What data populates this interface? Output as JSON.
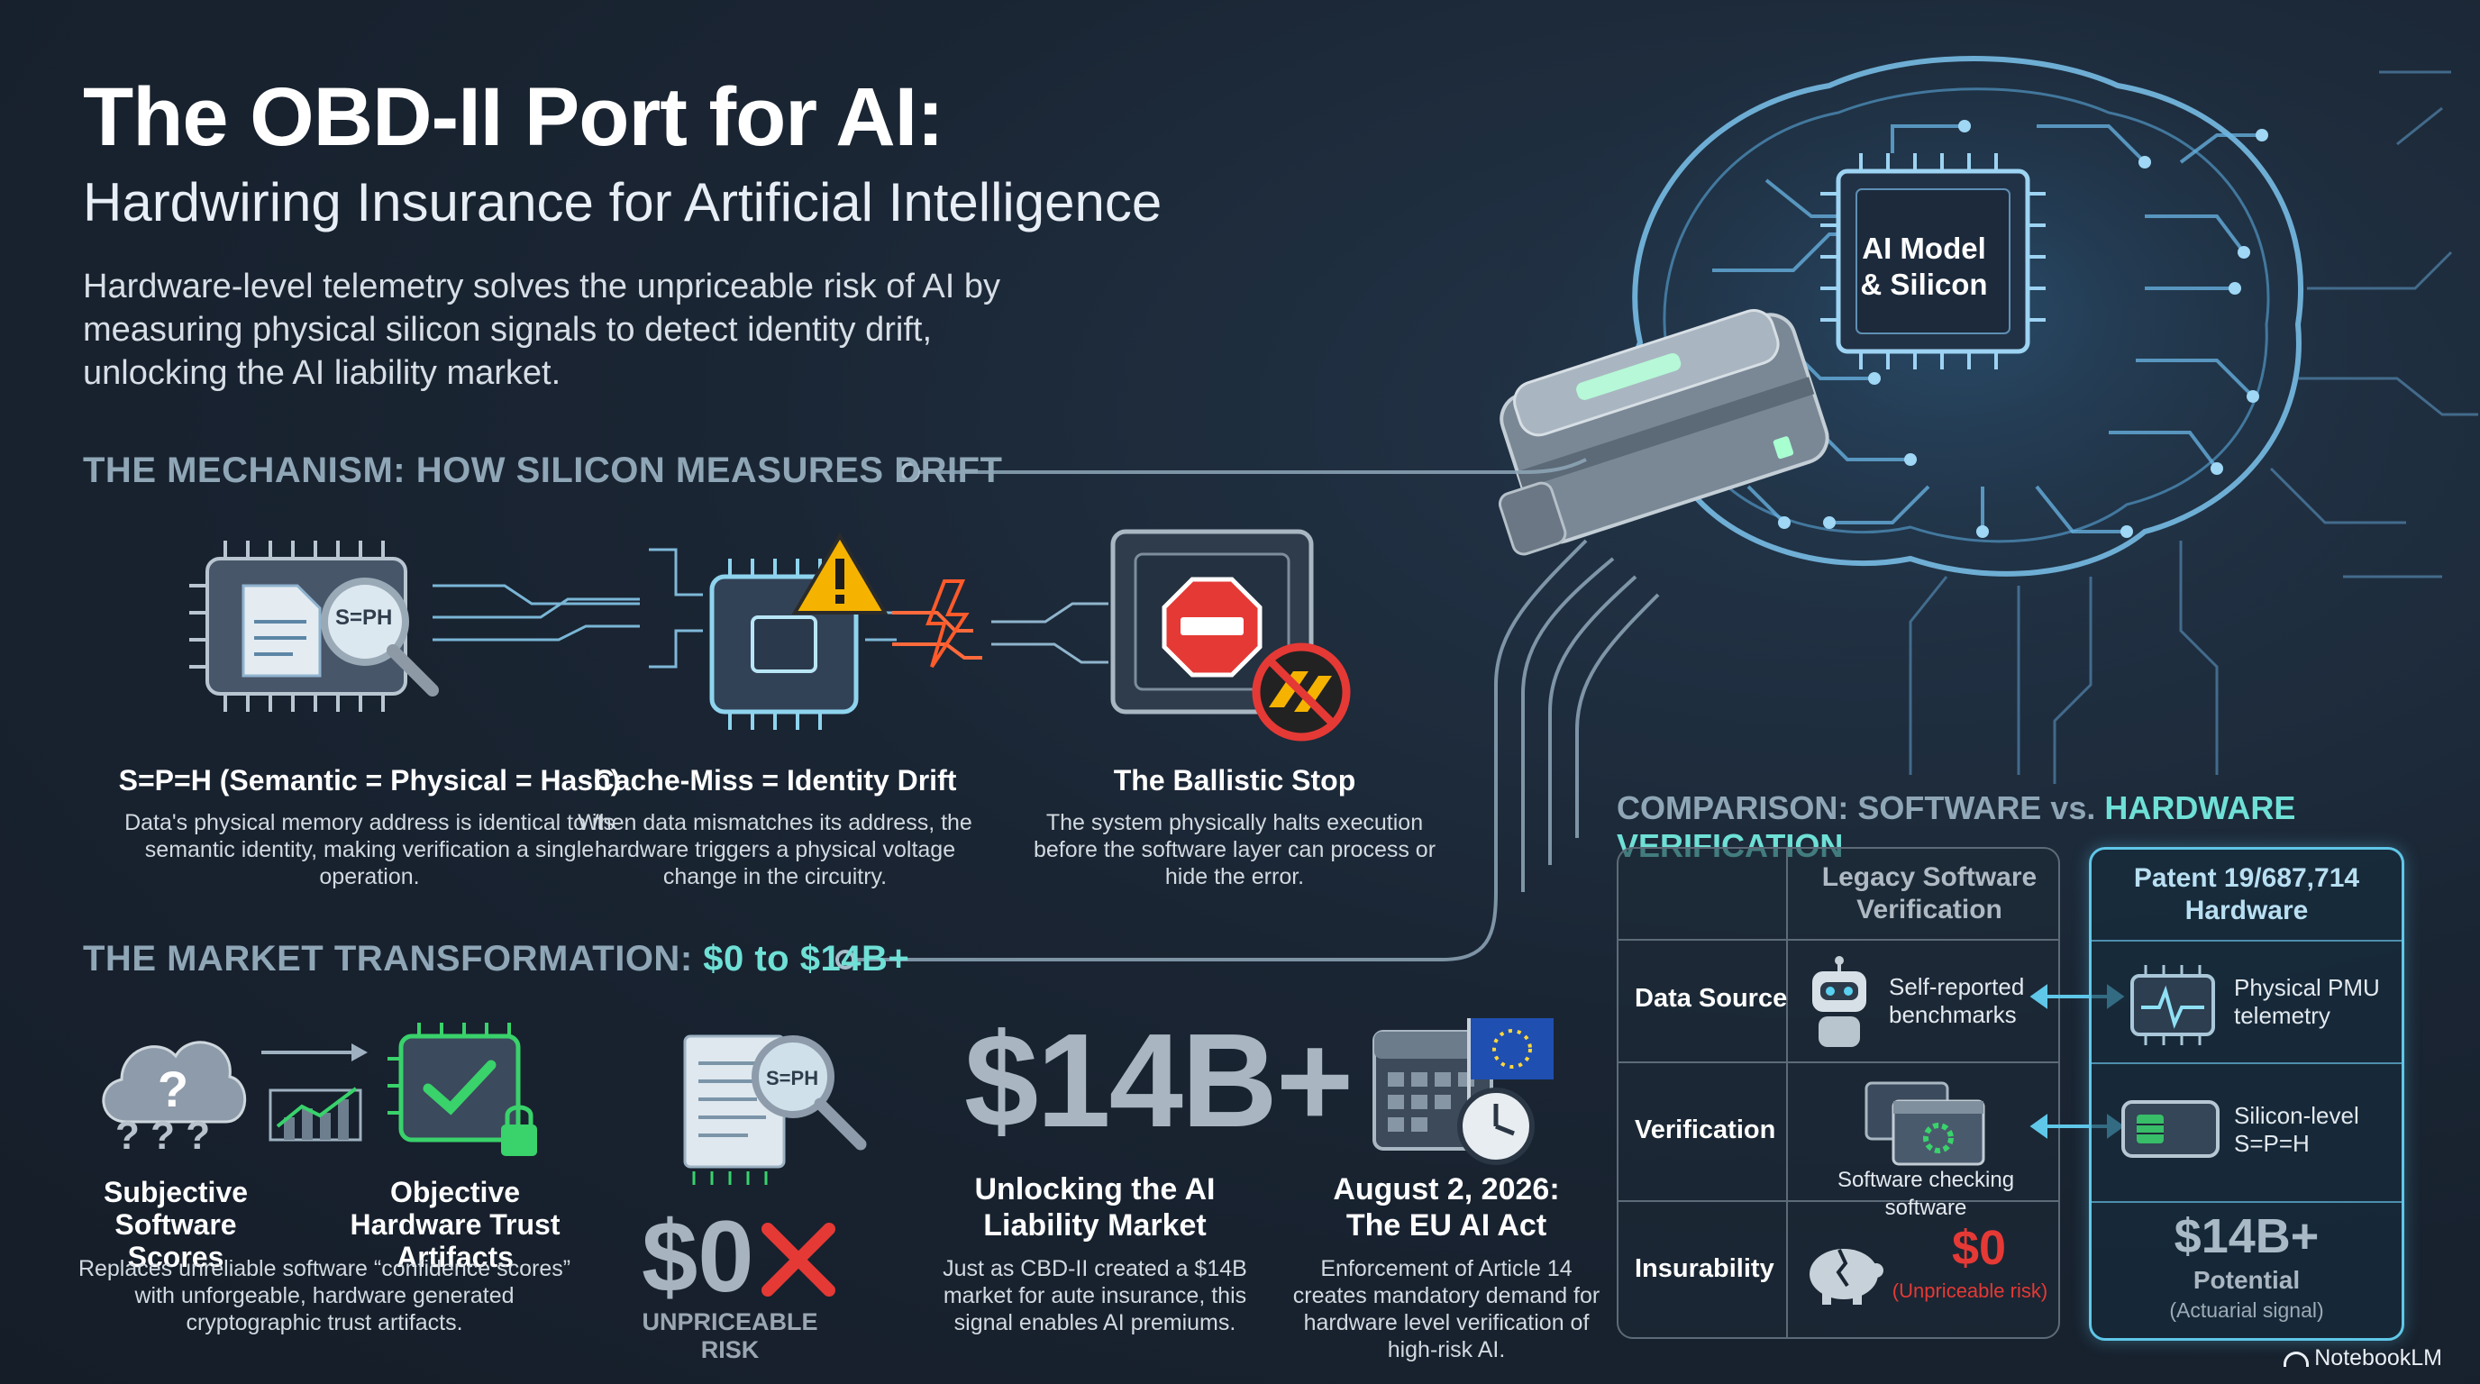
{
  "header": {
    "title": "The OBD-II Port for AI:",
    "subtitle": "Hardwiring Insurance for Artificial Intelligence",
    "intro": "Hardware-level telemetry solves the unpriceable risk of AI by measuring physical silicon signals to detect identity drift, unlocking the AI liability market."
  },
  "hero": {
    "chip_label_1": "AI Model",
    "chip_label_2": "& Silicon"
  },
  "mechanism": {
    "heading": "THE MECHANISM: HOW SILICON MEASURES DRIFT",
    "steps": [
      {
        "icon_text": "S=PH",
        "title": "S=P=H (Semantic = Physical = Hash)",
        "body": "Data's physical memory address is identical to its semantic identity, making verification a single operation."
      },
      {
        "title": "Cache-Miss = Identity Drift",
        "body": "When data mismatches its address, the hardware triggers a physical voltage change in the circuitry."
      },
      {
        "title": "The Ballistic Stop",
        "body": "The system physically halts execution before the software layer can process or hide the error."
      }
    ]
  },
  "market": {
    "heading_prefix": "THE MARKET TRANSFORMATION: ",
    "heading_highlight": "$0 to $14B+",
    "qmarks": "? ? ?",
    "subjective_title": "Subjective Software Scores",
    "objective_title": "Objective Hardware Trust Artifacts",
    "replace_body": "Replaces unreliable software “confidence scores” with unforgeable, hardware generated cryptographic trust artifacts.",
    "zero_icon_text": "S=PH",
    "zero_value": "$0",
    "zero_label": "UNPRICEABLE RISK",
    "big_value": "$14B+",
    "unlock_title": "Unlocking the AI Liability Market",
    "unlock_body": "Just as CBD-II created a $14B market for aute insurance, this signal enables AI premiums.",
    "eu_title": "August 2, 2026: The EU AI Act",
    "eu_body": "Enforcement of Article 14 creates mandatory demand for hardware level verification of high-risk AI."
  },
  "comparison": {
    "heading_prefix": "COMPARISON: SOFTWARE vs. ",
    "heading_highlight": "HARDWARE VERIFICATION",
    "legacy_header": "Legacy Software Verification",
    "hw_header": "Patent 19/687,714 Hardware",
    "rows": [
      {
        "label": "Data Source",
        "legacy": "Self-reported benchmarks",
        "hw": "Physical PMU telemetry"
      },
      {
        "label": "Verification",
        "legacy": "Software checking software",
        "hw": "Silicon-level S=P=H"
      },
      {
        "label": "Insurability",
        "legacy_value": "$0",
        "legacy_note": "(Unpriceable risk)",
        "hw_value": "$14B+",
        "hw_label": "Potential",
        "hw_note": "(Actuarial signal)"
      }
    ]
  },
  "footer": {
    "brand": "NotebookLM"
  },
  "colors": {
    "accent": "#6fe0d6",
    "hw_border": "#5fc7e8",
    "alert_red": "#e53935",
    "warn_yellow": "#f5b300",
    "check_green": "#39d26b"
  }
}
